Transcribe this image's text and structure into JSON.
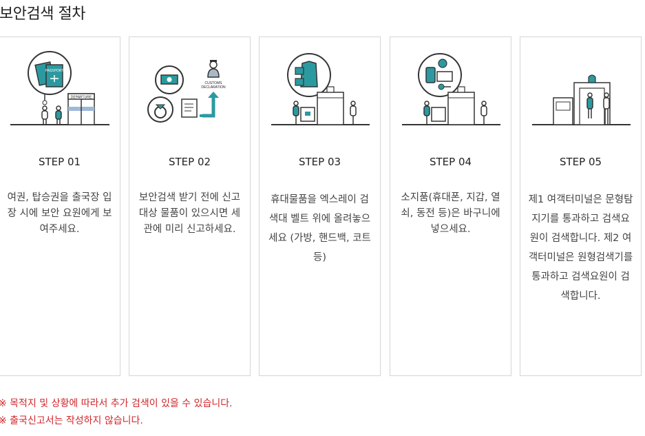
{
  "page_title": "보안검색 절차",
  "steps": [
    {
      "step": "STEP 01",
      "desc": "여권, 탑승권을 출국장 입장 시에 보안 요원에게 보여주세요."
    },
    {
      "step": "STEP 02",
      "desc": "보안검색 받기 전에 신고대상 물품이 있으시면 세관에 미리 신고하세요.",
      "illustration_text": "CUSTOMS DECLARATION"
    },
    {
      "step": "STEP 03",
      "desc": "휴대물품을 엑스레이 검색대 벨트 위에 올려놓으세요 (가방, 핸드백, 코트 등)"
    },
    {
      "step": "STEP 04",
      "desc": "소지품(휴대폰, 지갑, 열쇠, 동전 등)은 바구니에 넣으세요."
    },
    {
      "step": "STEP 05",
      "desc": "제1 여객터미널은 문형탐지기를 통과하고 검색요원이 검색합니다. 제2 여객터미널은 원형검색기를 통과하고 검색요원이 검색합니다."
    }
  ],
  "step1_sign": "DEPARTURE",
  "notes": [
    "※ 목적지 및 상황에 따라서 추가 검색이 있을 수 있습니다.",
    "※ 출국신고서는 작성하지 않습니다."
  ],
  "colors": {
    "teal": "#2b9aa0",
    "accent_red": "#d0262b",
    "line": "#333333"
  }
}
